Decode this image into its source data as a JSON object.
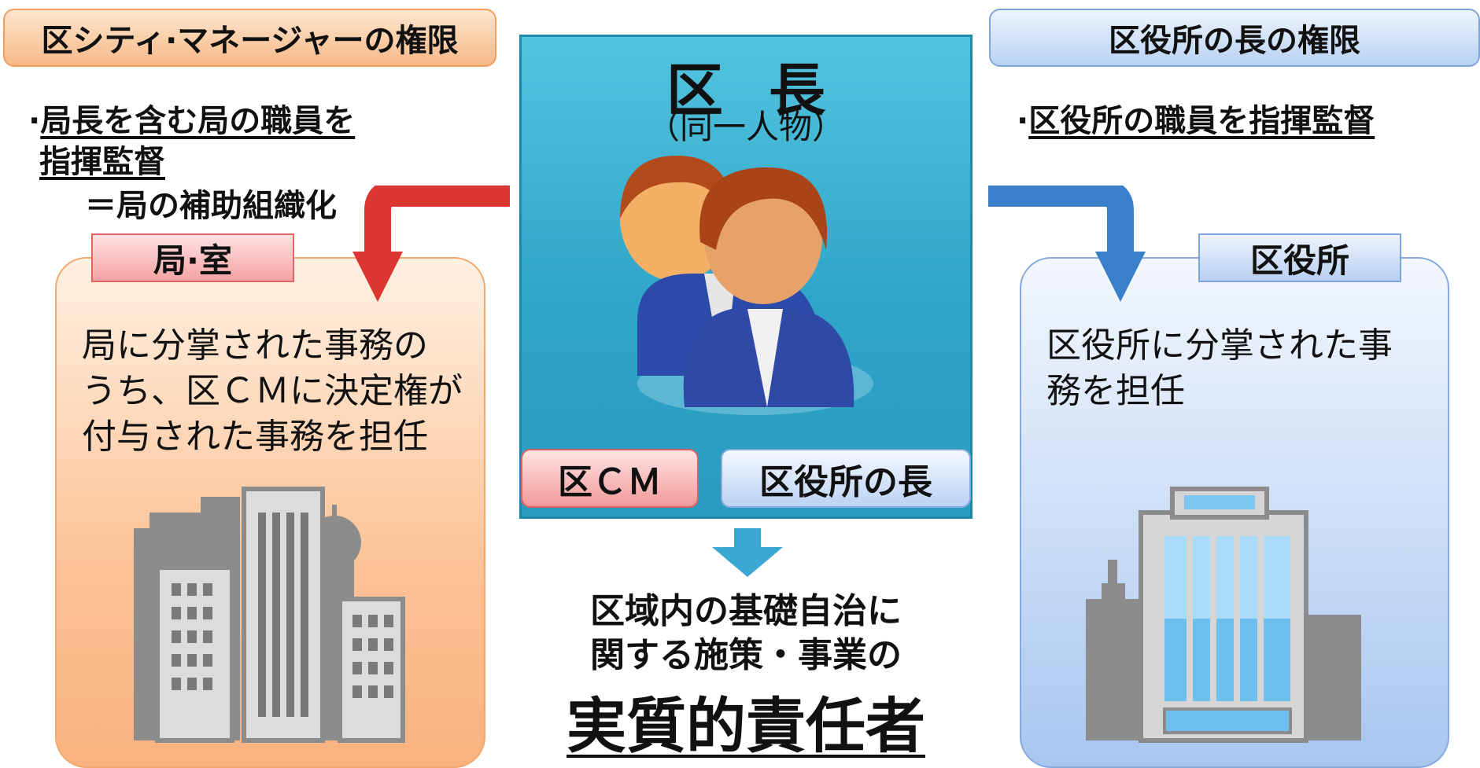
{
  "left": {
    "header": "区シティ·マネージャーの権限",
    "bullet_line1": "局長を含む局の職員を",
    "bullet_line2": "指揮監督",
    "bullet_note": "＝局の補助組織化",
    "tag": "局·室",
    "body_line1": "局に分掌された事務の",
    "body_line2": "うち、区ＣＭに決定権が",
    "body_line3": "付与された事務を担任"
  },
  "right": {
    "header": "区役所の長の権限",
    "bullet": "区役所の職員を指揮監督",
    "tag": "区役所",
    "body_line1": "区役所に分掌された事",
    "body_line2": "務を担任"
  },
  "center": {
    "title": "区長",
    "subtitle": "（同一人物）",
    "role_cm": "区ＣＭ",
    "role_ward": "区役所の長"
  },
  "result": {
    "line1": "区域内の基礎自治に",
    "line2": "関する施策・事業の",
    "emphasis": "実質的責任者"
  },
  "colors": {
    "orange_panel": "#f8b27f",
    "blue_panel": "#a9c6ef",
    "center_teal": "#2fa5c8",
    "red_arrow": "#d9372f",
    "blue_arrow": "#3a7fc9"
  }
}
